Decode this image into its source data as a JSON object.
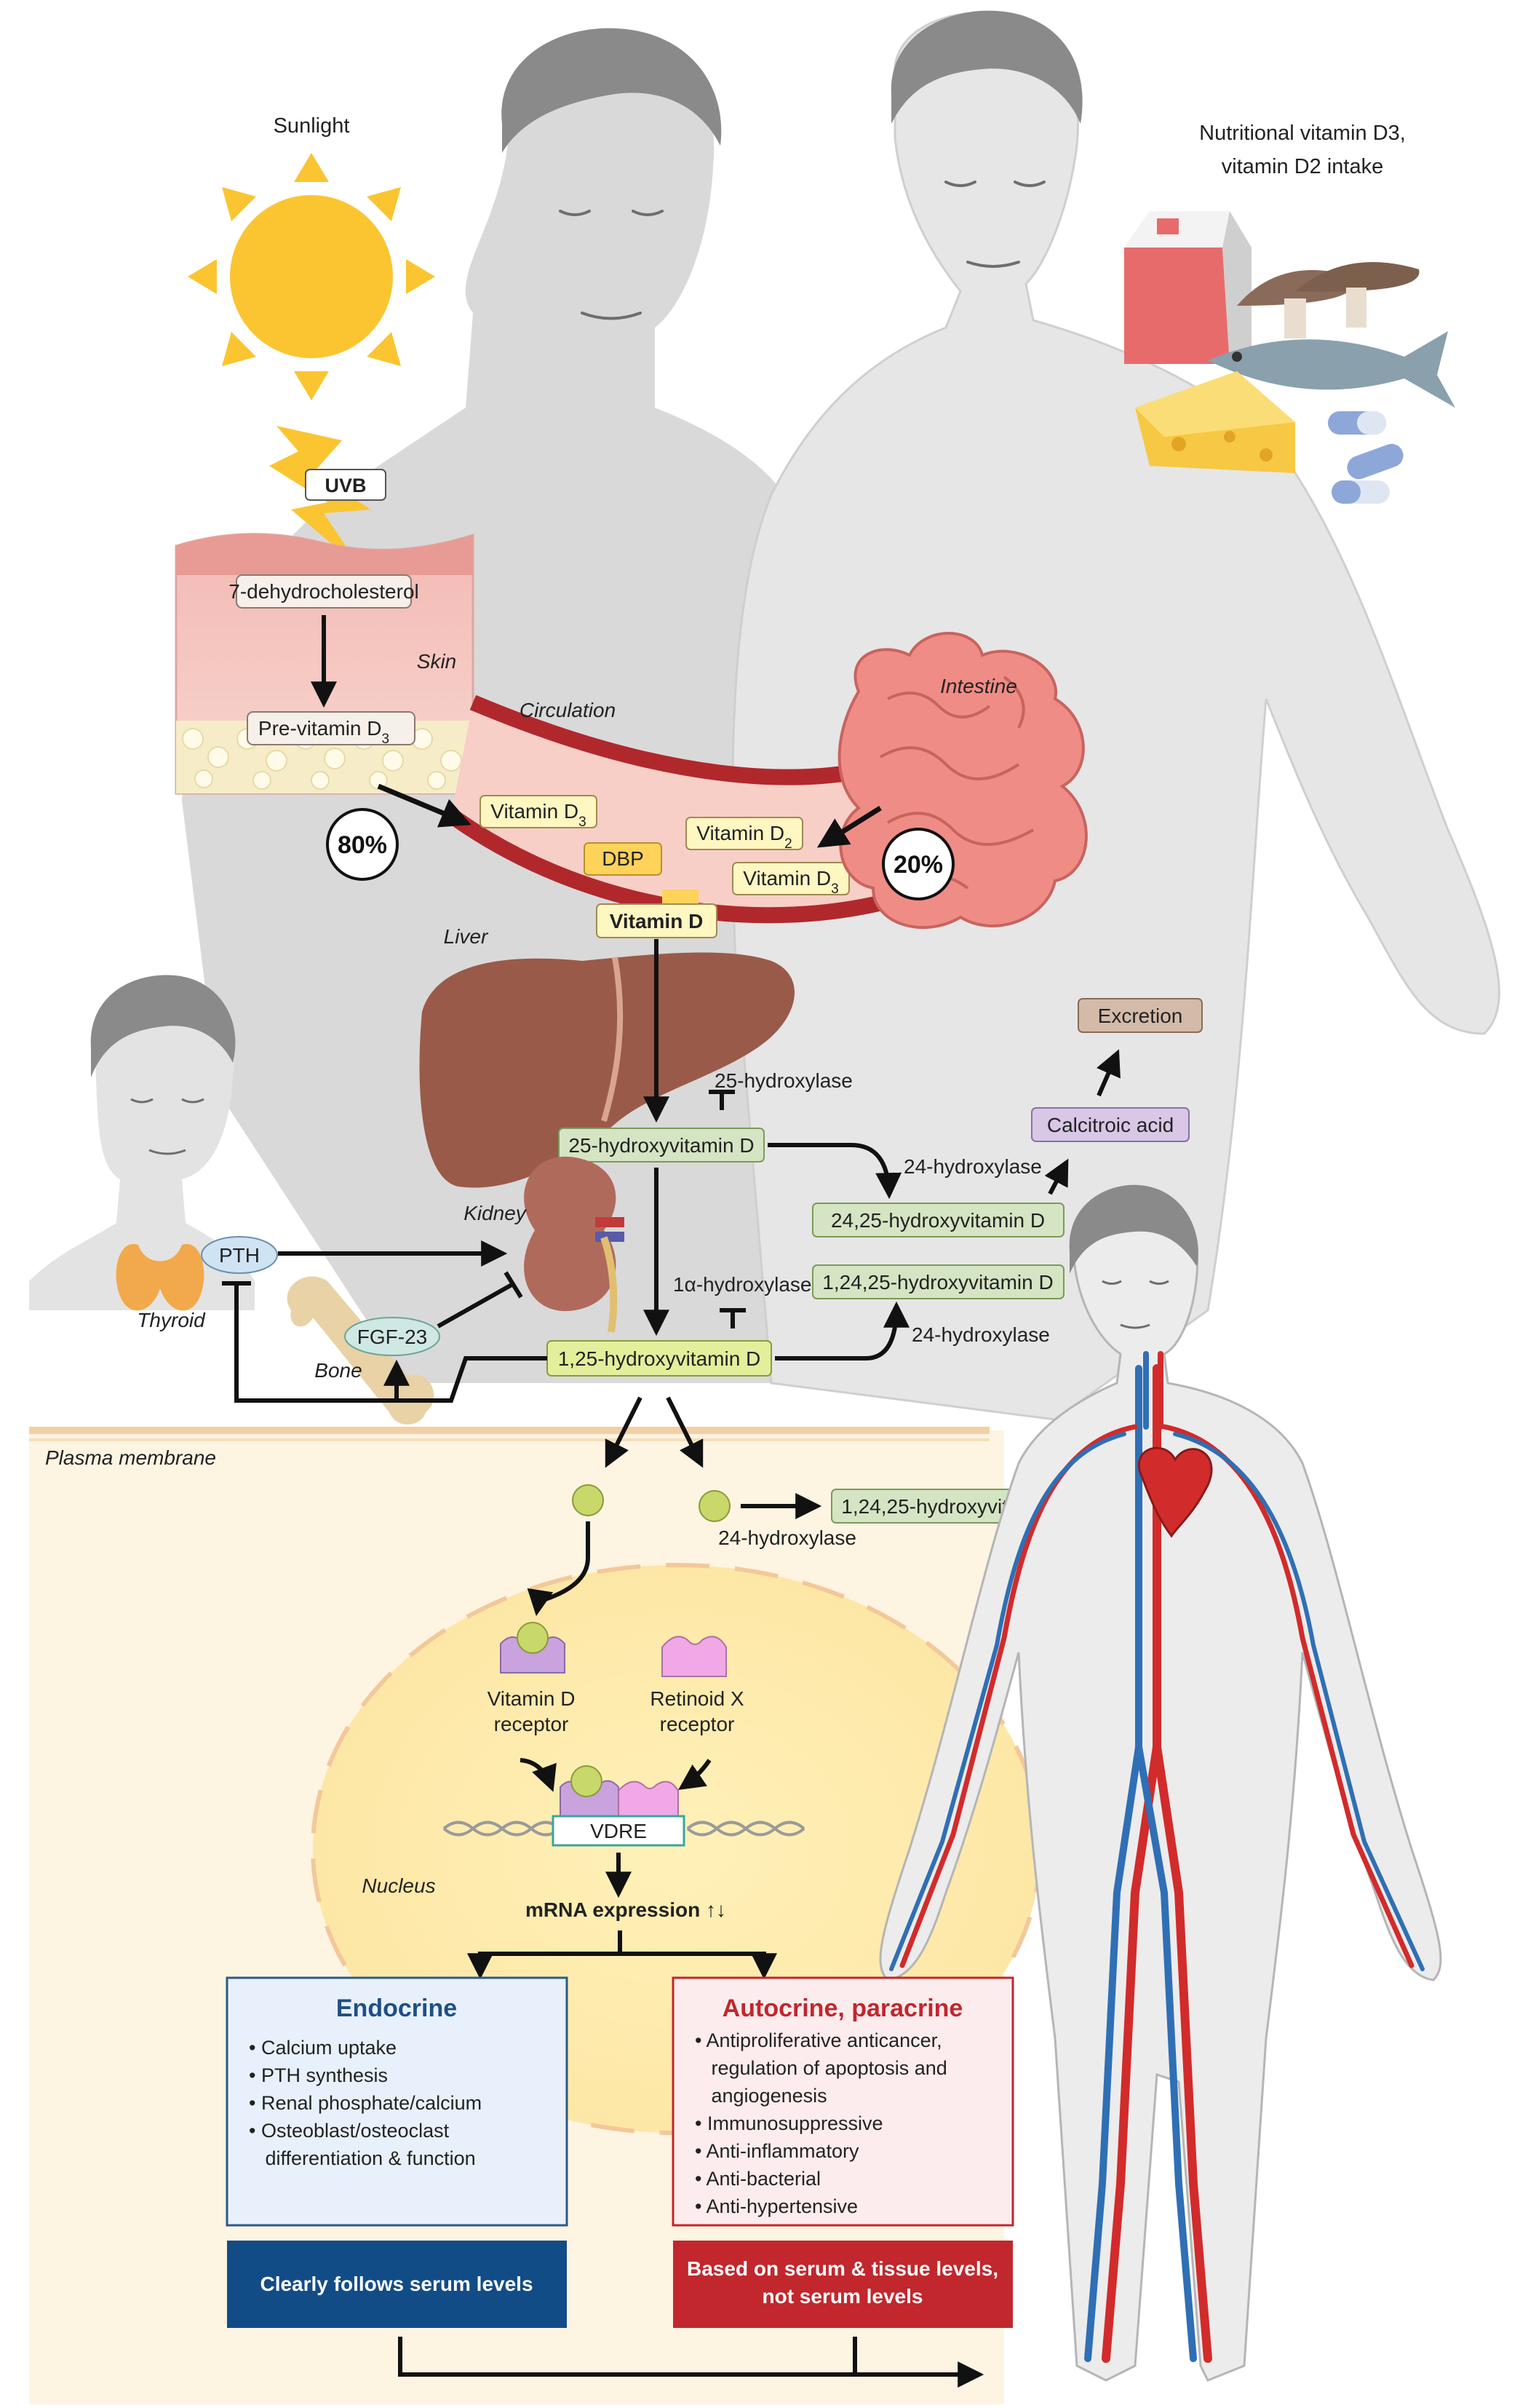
{
  "sources": {
    "sunlight": "Sunlight",
    "uvb": "UVB",
    "diet_line1": "Nutritional vitamin D3,",
    "diet_line2": "vitamin D2 intake"
  },
  "skin": {
    "label": "Skin",
    "precursor": "7-dehydrocholesterol",
    "pre_vitamin": "Pre-vitamin D",
    "pre_vitamin_sub": "3"
  },
  "circulation": {
    "label": "Circulation",
    "skin_share": "80%",
    "intestine_share": "20%",
    "vitd3_skin": "Vitamin D",
    "vitd3_skin_sub": "3",
    "dbp": "DBP",
    "vitd2": "Vitamin D",
    "vitd2_sub": "2",
    "vitd3_diet": "Vitamin D",
    "vitd3_diet_sub": "3",
    "vitamin_d": "Vitamin D"
  },
  "intestine": {
    "label": "Intestine"
  },
  "liver": {
    "label": "Liver",
    "enzyme": "25-hydroxylase"
  },
  "kidney": {
    "label": "Kidney",
    "enzyme": "1α-hydroxylase"
  },
  "metabolites": {
    "hydroxy25": "25-hydroxyvitamin D",
    "hydroxy2425": "24,25-hydroxyvitamin D",
    "hydroxy12425": "1,24,25-hydroxyvitamin D",
    "hydroxy125": "1,25-hydroxyvitamin D",
    "hydroxy12425_cell": "1,24,25-hydroxyvitamin D",
    "calcitroic": "Calcitroic acid",
    "excretion": "Excretion",
    "enzyme24_a": "24-hydroxylase",
    "enzyme24_b": "24-hydroxylase",
    "enzyme24_c": "24-hydroxylase"
  },
  "regulators": {
    "pth": "PTH",
    "fgf23": "FGF-23",
    "thyroid": "Thyroid",
    "bone": "Bone"
  },
  "cell": {
    "membrane": "Plasma membrane",
    "nucleus": "Nucleus",
    "vdr_line1": "Vitamin D",
    "vdr_line2": "receptor",
    "rxr_line1": "Retinoid X",
    "rxr_line2": "receptor",
    "vdre": "VDRE",
    "mrna": "mRNA expression ↑↓"
  },
  "endocrine": {
    "title": "Endocrine",
    "items": [
      "• Calcium uptake",
      "• PTH synthesis",
      "• Renal phosphate/calcium",
      "• Osteoblast/osteoclast",
      "   differentiation & function"
    ],
    "banner": "Clearly follows serum levels"
  },
  "autocrine": {
    "title": "Autocrine, paracrine",
    "items": [
      "• Antiproliferative anticancer,",
      "   regulation of apoptosis and",
      "   angiogenesis",
      "• Immunosuppressive",
      "• Anti-inflammatory",
      "• Anti-bacterial",
      "• Anti-hypertensive"
    ],
    "banner_line1": "Based on serum & tissue levels,",
    "banner_line2": "not serum levels"
  },
  "colors": {
    "yellow_box": "#fff7c2",
    "green_box": "#d5e5c3",
    "blue_banner": "#124c86",
    "red_banner": "#c1272d",
    "dbp": "#ffd25a",
    "vessel": "#b0282c"
  }
}
